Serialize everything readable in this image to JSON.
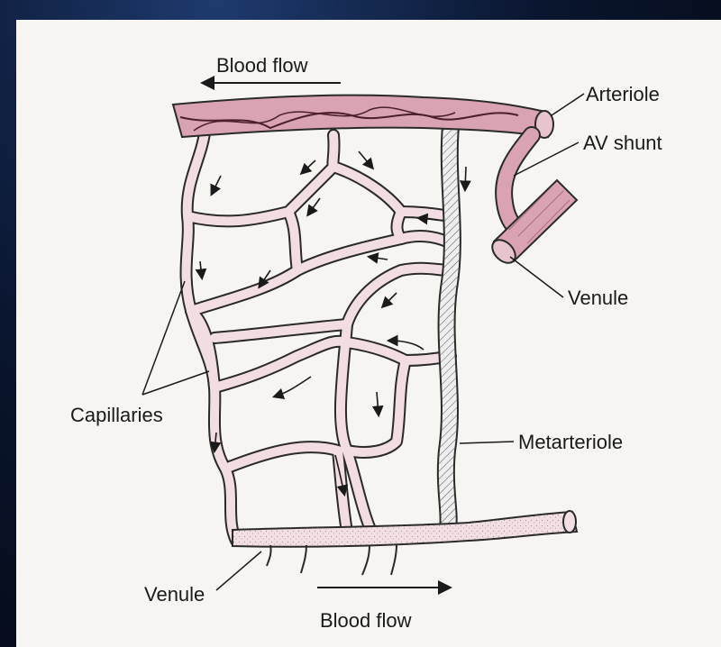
{
  "labels": {
    "blood_flow_top": "Blood flow",
    "blood_flow_bottom": "Blood flow",
    "arteriole": "Arteriole",
    "av_shunt": "AV shunt",
    "venule_right": "Venule",
    "capillaries": "Capillaries",
    "metarteriole": "Metarteriole",
    "venule_bottom": "Venule"
  },
  "colors": {
    "arteriole": "#d9a3b4",
    "capillary": "#f2dde3",
    "venule": "#f1dfe3",
    "outline": "#2a2a2a",
    "background": "#f6f5f2"
  }
}
